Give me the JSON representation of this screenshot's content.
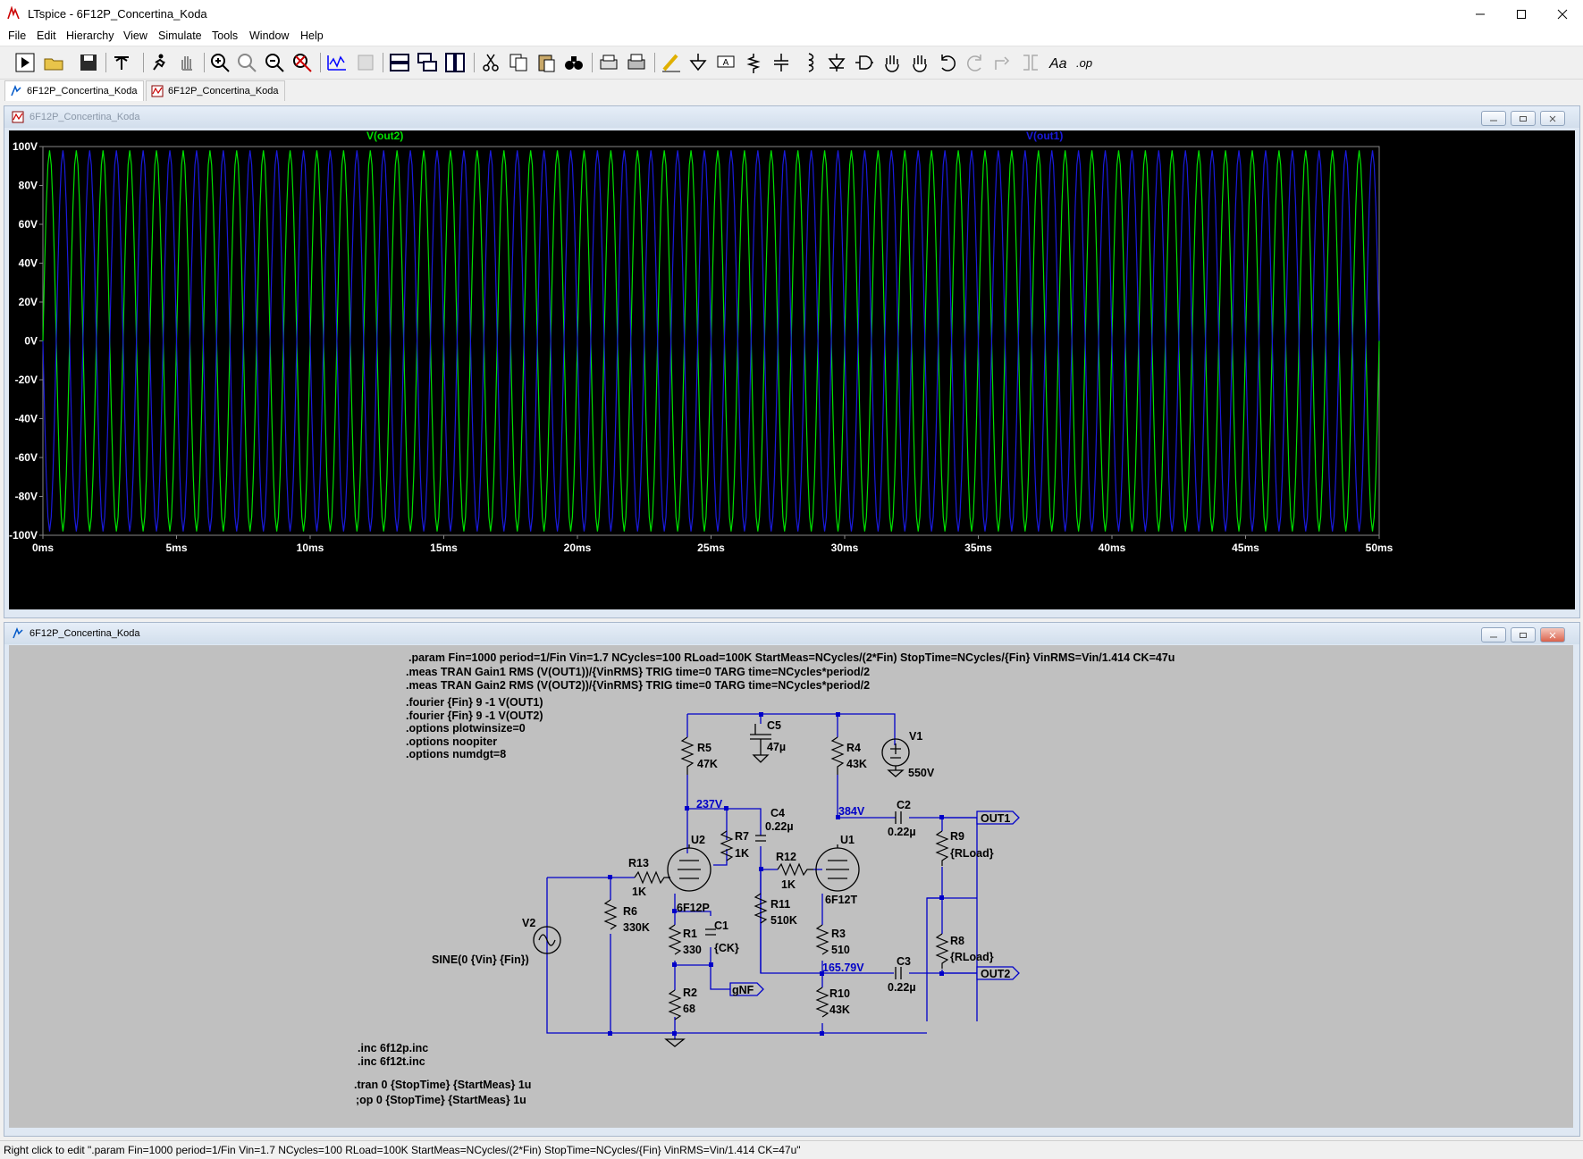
{
  "window": {
    "title": "LTspice - 6F12P_Concertina_Koda"
  },
  "menu": [
    "File",
    "Edit",
    "Hierarchy",
    "View",
    "Simulate",
    "Tools",
    "Window",
    "Help"
  ],
  "tabs": [
    {
      "label": "6F12P_Concertina_Koda",
      "kind": "schematic",
      "active": true
    },
    {
      "label": "6F12P_Concertina_Koda",
      "kind": "waveform",
      "active": false
    }
  ],
  "plot_window": {
    "title": "6F12P_Concertina_Koda"
  },
  "schematic_window": {
    "title": "6F12P_Concertina_Koda"
  },
  "chart_data": {
    "type": "line",
    "background": "#000000",
    "x_unit": "ms",
    "xlim": [
      0,
      50
    ],
    "ylim": [
      -100,
      100
    ],
    "x_ticks": [
      "0ms",
      "5ms",
      "10ms",
      "15ms",
      "20ms",
      "25ms",
      "30ms",
      "35ms",
      "40ms",
      "45ms",
      "50ms"
    ],
    "y_ticks": [
      "100V",
      "80V",
      "60V",
      "40V",
      "20V",
      "0V",
      "-20V",
      "-40V",
      "-60V",
      "-80V",
      "-100V"
    ],
    "series": [
      {
        "name": "V(out2)",
        "color": "#00e000",
        "amplitude": 98,
        "frequency_hz": 1000,
        "phase_deg": 0
      },
      {
        "name": "V(out1)",
        "color": "#1a1adc",
        "amplitude": 98,
        "frequency_hz": 1000,
        "phase_deg": 180
      }
    ]
  },
  "schematic": {
    "directives_top": [
      ".param Fin=1000 period=1/Fin Vin=1.7 NCycles=100 RLoad=100K StartMeas=NCycles/(2*Fin) StopTime=NCycles/{Fin} VinRMS=Vin/1.414 CK=47u",
      ".meas TRAN Gain1 RMS (V(OUT1))/{VinRMS} TRIG time=0 TARG time=NCycles*period/2",
      ".meas TRAN Gain2 RMS (V(OUT2))/{VinRMS} TRIG time=0 TARG time=NCycles*period/2"
    ],
    "directives_block": [
      ".fourier {Fin} 9 -1 V(OUT1)",
      ".fourier {Fin} 9 -1 V(OUT2)",
      ".options plotwinsize=0",
      ".options noopiter",
      ".options numdgt=8"
    ],
    "directives_bottom": [
      ".inc 6f12p.inc",
      ".inc 6f12t.inc"
    ],
    "tran": ".tran 0 {StopTime} {StartMeas} 1u",
    "op": ";op 0 {StopTime} {StartMeas} 1u",
    "components": {
      "R5": {
        "name": "R5",
        "value": "47K"
      },
      "C5": {
        "name": "C5",
        "value": "47µ"
      },
      "R4": {
        "name": "R4",
        "value": "43K"
      },
      "V1": {
        "name": "V1",
        "value": "550V"
      },
      "C4": {
        "name": "C4",
        "value": "0.22µ"
      },
      "R7": {
        "name": "R7",
        "value": "1K"
      },
      "U2": {
        "name": "U2",
        "value": "6F12P"
      },
      "R13": {
        "name": "R13",
        "value": "1K"
      },
      "R12": {
        "name": "R12",
        "value": "1K"
      },
      "U1": {
        "name": "U1",
        "value": "6F12T"
      },
      "C2": {
        "name": "C2",
        "value": "0.22µ"
      },
      "R9": {
        "name": "R9",
        "value": "{RLoad}"
      },
      "R11": {
        "name": "R11",
        "value": "510K"
      },
      "R6": {
        "name": "R6",
        "value": "330K"
      },
      "V2": {
        "name": "V2",
        "value": "SINE(0 {Vin} {Fin})"
      },
      "R1": {
        "name": "R1",
        "value": "330"
      },
      "C1": {
        "name": "C1",
        "value": "{CK}"
      },
      "R3": {
        "name": "R3",
        "value": "510"
      },
      "R8": {
        "name": "R8",
        "value": "{RLoad}"
      },
      "C3": {
        "name": "C3",
        "value": "0.22µ"
      },
      "R2": {
        "name": "R2",
        "value": "68"
      },
      "R10": {
        "name": "R10",
        "value": "43K"
      }
    },
    "node_voltages": {
      "n237": "237V",
      "n384": "384V",
      "n165": "165.79V"
    },
    "net_labels": {
      "out1": "OUT1",
      "out2": "OUT2",
      "gnf": "gNF"
    }
  },
  "status": {
    "text": "Right click to edit \".param Fin=1000 period=1/Fin Vin=1.7 NCycles=100 RLoad=100K StartMeas=NCycles/(2*Fin) StopTime=NCycles/{Fin} VinRMS=Vin/1.414 CK=47u\""
  },
  "colors": {
    "node_voltage": "#0000c8",
    "wire": "#0000c8",
    "schematic_bg": "#c0c0c0"
  }
}
